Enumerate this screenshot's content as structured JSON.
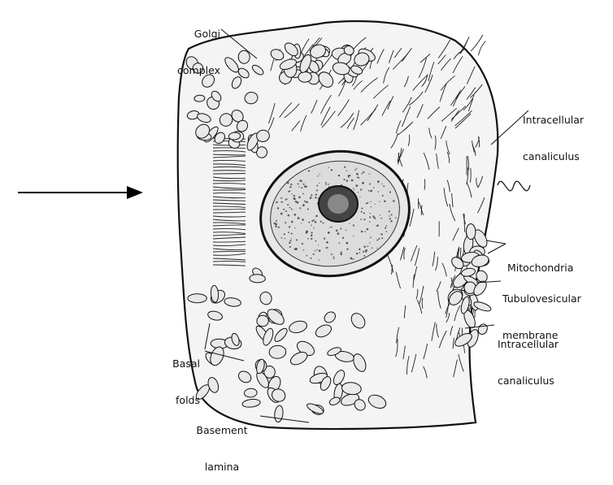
{
  "labels": {
    "golgi": [
      "Golgi",
      "complex"
    ],
    "intracellular_top": [
      "Intracellular",
      "canaliculus"
    ],
    "mitochondria": [
      "Mitochondria"
    ],
    "tubulovesicular": [
      "Tubulovesicular",
      "membrane"
    ],
    "intracellular_bottom": [
      "Intracellular",
      "canaliculus"
    ],
    "basal": [
      "Basal",
      "folds"
    ],
    "basement": [
      "Basement",
      "lamina"
    ]
  },
  "colors": {
    "ink": "#111111",
    "background": "#ffffff"
  },
  "icons": {
    "pointer": "right-arrow-icon"
  }
}
